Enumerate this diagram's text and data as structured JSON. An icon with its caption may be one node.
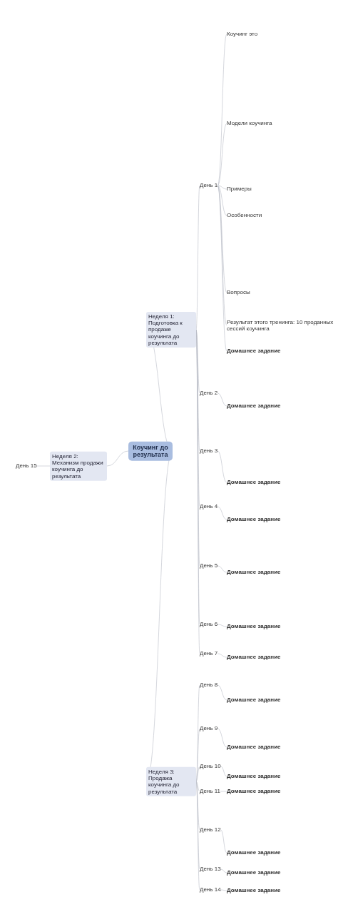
{
  "diagram": {
    "nodes": [
      {
        "text": [
          "Коучинг до результата"
        ]
      },
      {
        "text": [
          "Неделя 1: Подготовка к продаже коучинга до результата"
        ]
      },
      {
        "text": [
          "День 1"
        ]
      },
      {
        "text": [
          "Коучинг это"
        ]
      },
      {
        "text": [
          "Модели коучинга"
        ]
      },
      {
        "text": [
          "Примеры"
        ]
      },
      {
        "text": [
          "Особенности"
        ]
      },
      {
        "text": [
          "Вопросы"
        ]
      },
      {
        "text": [
          "Результат этого тренинга: 10 проданных сессий коучинга"
        ]
      },
      {
        "text": [
          "Домашнее задание"
        ]
      },
      {
        "text": [
          "День 2"
        ]
      },
      {
        "text": [
          "Домашнее задание"
        ]
      },
      {
        "text": [
          "День 3"
        ]
      },
      {
        "text": [
          "Домашнее задание"
        ]
      },
      {
        "text": [
          "День 4"
        ]
      },
      {
        "text": [
          "Домашнее задание"
        ]
      },
      {
        "text": [
          "День 5"
        ]
      },
      {
        "text": [
          "Домашнее задание"
        ]
      },
      {
        "text": [
          "День 6"
        ]
      },
      {
        "text": [
          "Домашнее задание"
        ]
      },
      {
        "text": [
          "День 7"
        ]
      },
      {
        "text": [
          "Домашнее задание"
        ]
      },
      {
        "text": [
          "Неделя 2: Механизм продажи коучинга до результата"
        ]
      },
      {
        "text": [
          "День 15"
        ]
      },
      {
        "text": [
          "Неделя 3: Продажа коучинга до результата"
        ]
      },
      {
        "text": [
          "День 8"
        ]
      },
      {
        "text": [
          "Домашнее задание"
        ]
      },
      {
        "text": [
          "День 9"
        ]
      },
      {
        "text": [
          "Домашнее задание"
        ]
      },
      {
        "text": [
          "День 10"
        ]
      },
      {
        "text": [
          "Домашнее задание"
        ]
      },
      {
        "text": [
          "День 11"
        ]
      },
      {
        "text": [
          "Домашнее задание"
        ]
      },
      {
        "text": [
          "День 12"
        ]
      },
      {
        "text": [
          "Домашнее задание"
        ]
      },
      {
        "text": [
          "День 13"
        ]
      },
      {
        "text": [
          "Домашнее задание"
        ]
      },
      {
        "text": [
          "День 14"
        ]
      },
      {
        "text": [
          "Домашнее задание"
        ]
      }
    ],
    "edges": [
      {
        "from": 0,
        "to": 1,
        "arrow": "none"
      },
      {
        "from": 0,
        "to": 22,
        "arrow": "none"
      },
      {
        "from": 0,
        "to": 24,
        "arrow": "none"
      },
      {
        "from": 1,
        "to": 2,
        "arrow": "none"
      },
      {
        "from": 1,
        "to": 10,
        "arrow": "none"
      },
      {
        "from": 1,
        "to": 12,
        "arrow": "none"
      },
      {
        "from": 1,
        "to": 14,
        "arrow": "none"
      },
      {
        "from": 1,
        "to": 16,
        "arrow": "none"
      },
      {
        "from": 1,
        "to": 18,
        "arrow": "none"
      },
      {
        "from": 1,
        "to": 20,
        "arrow": "none"
      },
      {
        "from": 2,
        "to": 3,
        "arrow": "none"
      },
      {
        "from": 2,
        "to": 4,
        "arrow": "none"
      },
      {
        "from": 2,
        "to": 5,
        "arrow": "none"
      },
      {
        "from": 2,
        "to": 6,
        "arrow": "none"
      },
      {
        "from": 2,
        "to": 7,
        "arrow": "none"
      },
      {
        "from": 2,
        "to": 8,
        "arrow": "none"
      },
      {
        "from": 2,
        "to": 9,
        "arrow": "none"
      },
      {
        "from": 10,
        "to": 11,
        "arrow": "none"
      },
      {
        "from": 12,
        "to": 13,
        "arrow": "none"
      },
      {
        "from": 14,
        "to": 15,
        "arrow": "none"
      },
      {
        "from": 16,
        "to": 17,
        "arrow": "none"
      },
      {
        "from": 18,
        "to": 19,
        "arrow": "none"
      },
      {
        "from": 20,
        "to": 21,
        "arrow": "none"
      },
      {
        "from": 22,
        "to": 23,
        "arrow": "none"
      },
      {
        "from": 24,
        "to": 25,
        "arrow": "none"
      },
      {
        "from": 24,
        "to": 27,
        "arrow": "none"
      },
      {
        "from": 24,
        "to": 29,
        "arrow": "none"
      },
      {
        "from": 24,
        "to": 31,
        "arrow": "none"
      },
      {
        "from": 24,
        "to": 33,
        "arrow": "none"
      },
      {
        "from": 24,
        "to": 35,
        "arrow": "none"
      },
      {
        "from": 24,
        "to": 37,
        "arrow": "none"
      },
      {
        "from": 25,
        "to": 26,
        "arrow": "none"
      },
      {
        "from": 27,
        "to": 28,
        "arrow": "none"
      },
      {
        "from": 29,
        "to": 30,
        "arrow": "none"
      },
      {
        "from": 31,
        "to": 32,
        "arrow": "none"
      },
      {
        "from": 33,
        "to": 34,
        "arrow": "none"
      },
      {
        "from": 35,
        "to": 36,
        "arrow": "none"
      },
      {
        "from": 37,
        "to": 38,
        "arrow": "none"
      }
    ]
  }
}
